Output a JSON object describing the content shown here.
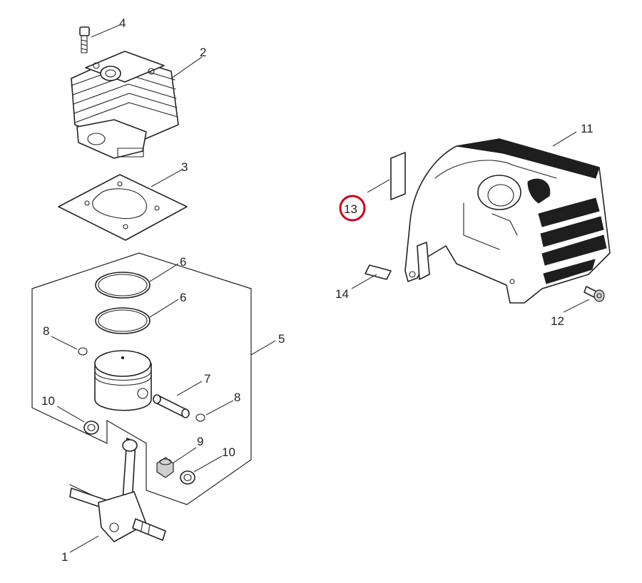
{
  "callouts": [
    {
      "id": "c1",
      "label": "1"
    },
    {
      "id": "c2",
      "label": "2"
    },
    {
      "id": "c3",
      "label": "3"
    },
    {
      "id": "c4",
      "label": "4"
    },
    {
      "id": "c5",
      "label": "5"
    },
    {
      "id": "c6a",
      "label": "6"
    },
    {
      "id": "c6b",
      "label": "6"
    },
    {
      "id": "c7",
      "label": "7"
    },
    {
      "id": "c8a",
      "label": "8"
    },
    {
      "id": "c8b",
      "label": "8"
    },
    {
      "id": "c9",
      "label": "9"
    },
    {
      "id": "c10a",
      "label": "10"
    },
    {
      "id": "c10b",
      "label": "10"
    },
    {
      "id": "c11",
      "label": "11"
    },
    {
      "id": "c12",
      "label": "12"
    },
    {
      "id": "c13",
      "label": "13"
    },
    {
      "id": "c14",
      "label": "14"
    }
  ],
  "highlight": {
    "label": "13",
    "color": "#d0021b"
  }
}
